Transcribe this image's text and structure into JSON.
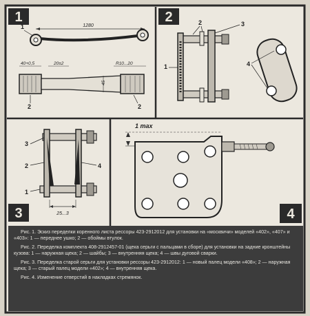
{
  "panels": {
    "p1": {
      "number": "1",
      "dim_length": "1280",
      "dim_left": "40+0,5",
      "dim_mid": "20±2",
      "dim_radius": "R10...20",
      "dim_vertical": "45",
      "labels": [
        "1",
        "2",
        "2"
      ]
    },
    "p2": {
      "number": "2",
      "labels": [
        "2",
        "3",
        "1",
        "4"
      ]
    },
    "p3": {
      "number": "3",
      "dim_width": "25...3",
      "labels": [
        "3",
        "2",
        "4",
        "1"
      ]
    },
    "p4": {
      "number": "4",
      "dim_top": "1 max"
    }
  },
  "captions": [
    "Рис. 1. Эскиз переделки коренного листа рессоры 423-2912012 для установки на «москвичи» моделей «402», «407» и «403»: 1 — переднее ушко; 2 — обоймы втулок.",
    "Рис. 2. Переделка комплекта 408-2912457-01 (щека серьги с пальцами в сборе) для установки на задние кронштейны кузова: 1 — наружная щека; 2 — шайбы; 3 — внутренняя щека; 4 — швы дуговой сварки.",
    "Рис. 3. Переделка старой серьги для установки рессоры 423-2912012: 1 — новый палец модели «408»; 2 — наружная щека; 3 — старый палец модели «402»; 4 — внутренняя щека.",
    "Рис. 4. Изменение отверстий в накладках стремянок."
  ]
}
